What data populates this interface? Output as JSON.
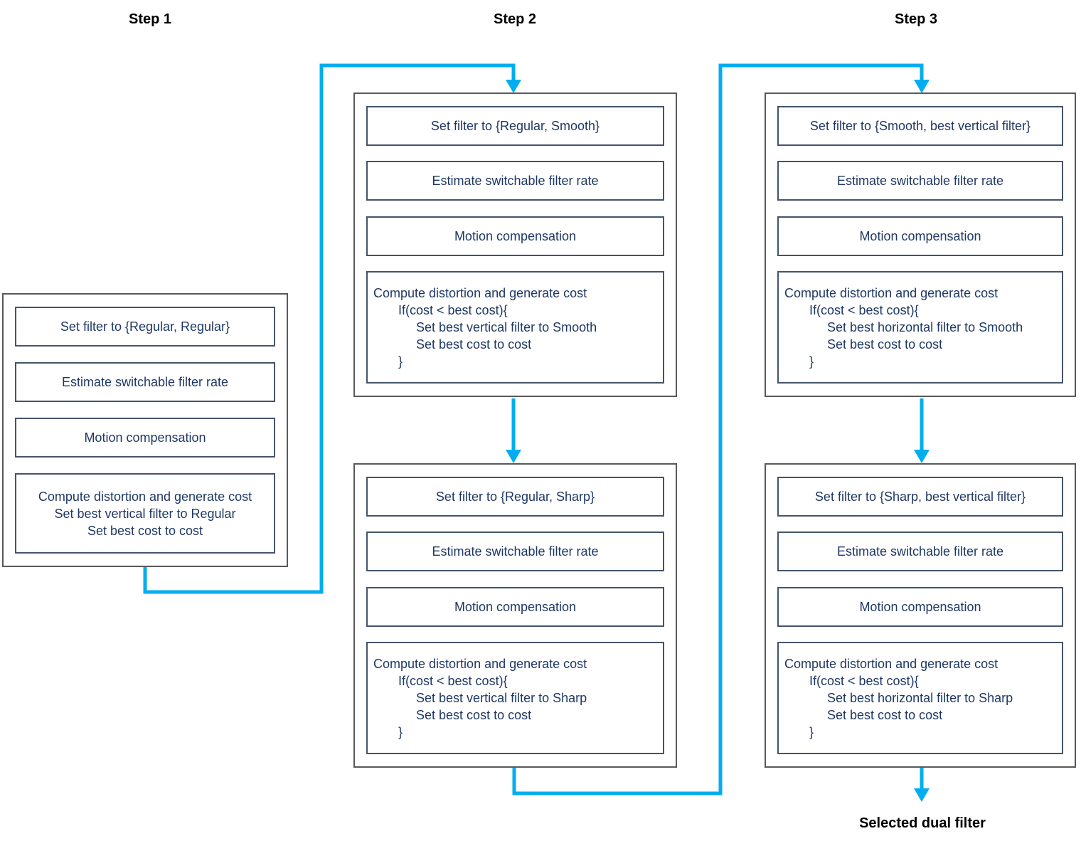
{
  "colors": {
    "arrow": "#00AEEF",
    "outer_border": "#595959",
    "inner_border": "#44546A",
    "box_text": "#1F3864",
    "title_text": "#000000"
  },
  "footer": {
    "label": "Selected dual filter"
  },
  "columns": [
    {
      "title": "Step 1",
      "boxes": [
        {
          "rows": [
            "Set filter to {Regular, Regular}",
            "Estimate switchable filter rate",
            "Motion compensation",
            "Compute distortion and generate cost\nSet best vertical filter to Regular\nSet best cost to cost"
          ]
        }
      ]
    },
    {
      "title": "Step 2",
      "boxes": [
        {
          "rows": [
            "Set filter to {Regular, Smooth}",
            "Estimate switchable filter rate",
            "Motion compensation",
            "Compute distortion and generate cost\n       If(cost < best cost){\n            Set best vertical filter to Smooth\n            Set best cost to cost\n       }"
          ]
        },
        {
          "rows": [
            "Set filter to {Regular, Sharp}",
            "Estimate switchable filter rate",
            "Motion compensation",
            "Compute distortion and generate cost\n       If(cost < best cost){\n            Set best vertical filter to Sharp\n            Set best cost to cost\n       }"
          ]
        }
      ]
    },
    {
      "title": "Step 3",
      "boxes": [
        {
          "rows": [
            "Set filter to {Smooth, best vertical filter}",
            "Estimate switchable filter rate",
            "Motion compensation",
            "Compute distortion and generate cost\n       If(cost < best cost){\n            Set best horizontal filter to Smooth\n            Set best cost to cost\n       }"
          ]
        },
        {
          "rows": [
            "Set filter to {Sharp, best vertical filter}",
            "Estimate switchable filter rate",
            "Motion compensation",
            "Compute distortion and generate cost\n       If(cost < best cost){\n            Set best horizontal filter to Sharp\n            Set best cost to cost\n       }"
          ]
        }
      ]
    }
  ]
}
